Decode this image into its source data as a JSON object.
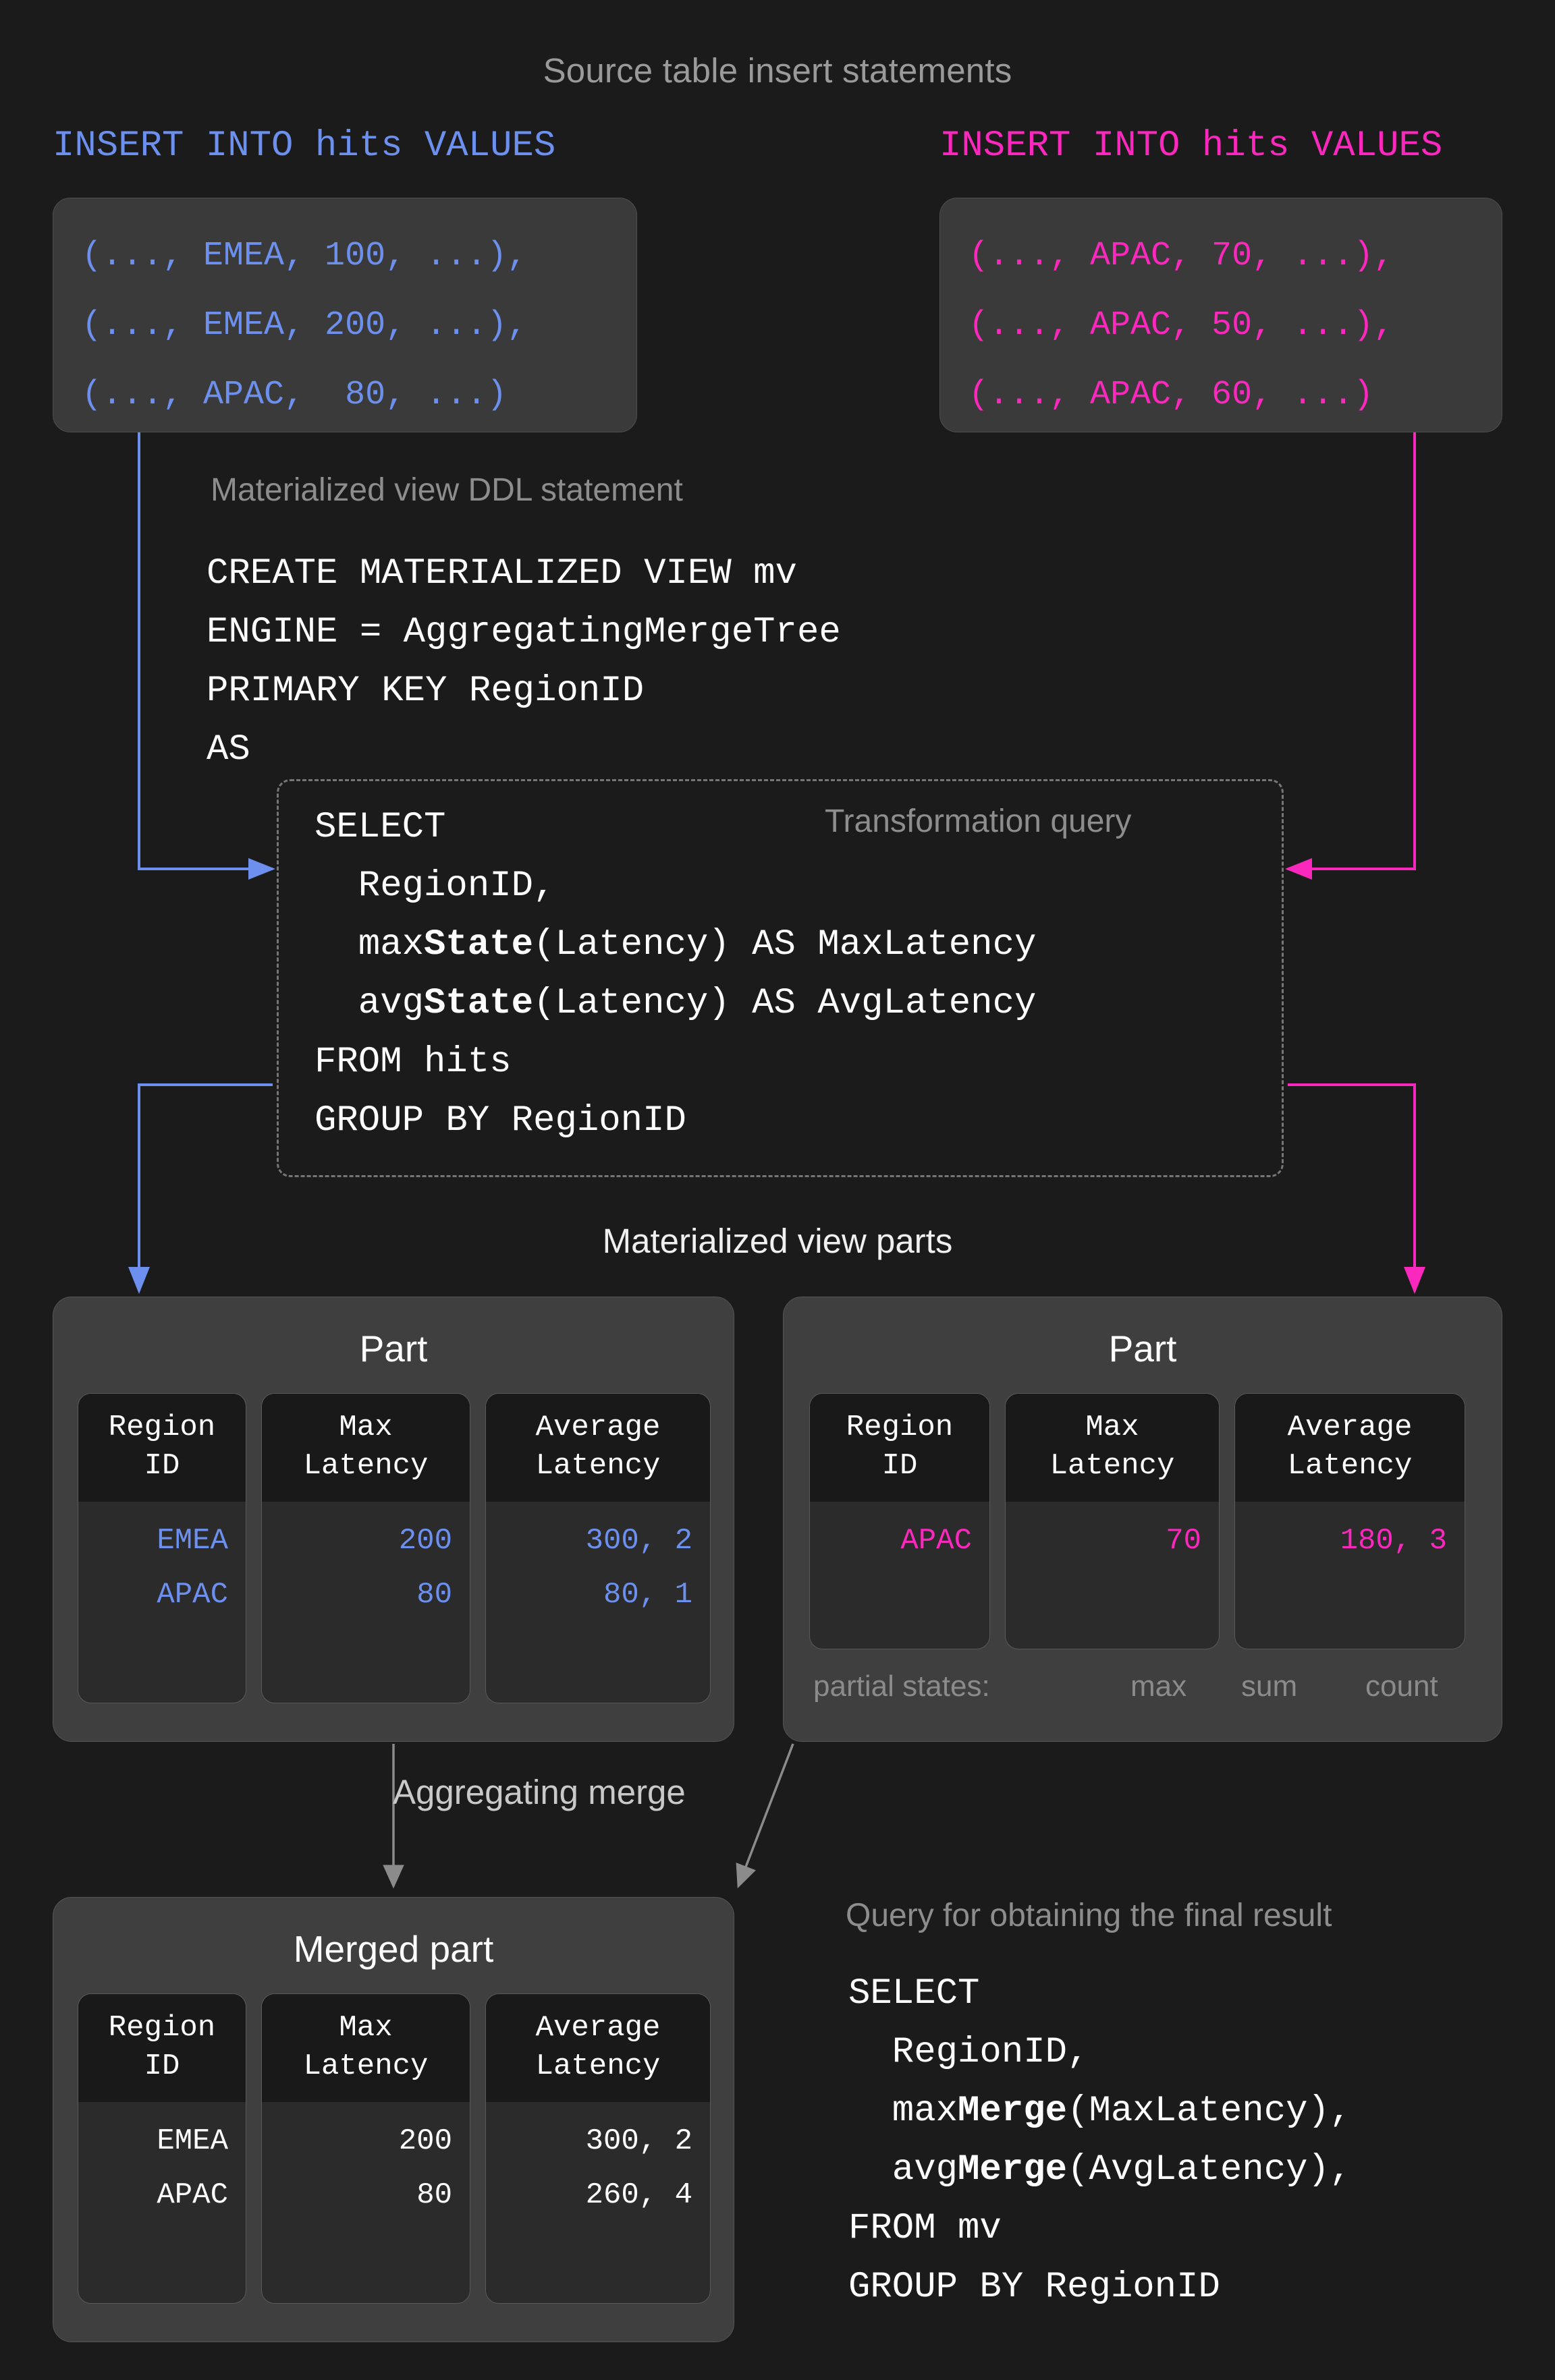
{
  "source": {
    "caption": "Source table insert statements",
    "inserts": [
      {
        "header": "INSERT INTO hits VALUES",
        "color": "#6d90ef",
        "lines": [
          "(..., EMEA, 100, ...),",
          "(..., EMEA, 200, ...),",
          "(..., APAC,  80, ...)"
        ]
      },
      {
        "header": "INSERT INTO hits VALUES",
        "color": "#fb28bd",
        "lines": [
          "(..., APAC, 70, ...),",
          "(..., APAC, 50, ...),",
          "(..., APAC, 60, ...)"
        ]
      }
    ]
  },
  "ddl": {
    "caption": "Materialized view DDL statement",
    "code": "CREATE MATERIALIZED VIEW mv\nENGINE = AggregatingMergeTree\nPRIMARY KEY RegionID\nAS"
  },
  "transformation_query": {
    "caption": "Transformation query",
    "line1": "SELECT",
    "line2": "  RegionID,",
    "line3_pre": "  max",
    "line3_bold": "State",
    "line3_post": "(Latency) AS MaxLatency",
    "line4_pre": "  avg",
    "line4_bold": "State",
    "line4_post": "(Latency) AS AvgLatency",
    "line5": "FROM hits",
    "line6": "GROUP BY RegionID"
  },
  "mv_parts": {
    "caption": "Materialized view parts",
    "columns": [
      "Region\nID",
      "Max\nLatency",
      "Average\nLatency"
    ],
    "parts": [
      {
        "title": "Part",
        "color": "#6d90ef",
        "rows": [
          [
            "EMEA",
            "200",
            "300, 2"
          ],
          [
            "APAC",
            "80",
            "80, 1"
          ]
        ]
      },
      {
        "title": "Part",
        "color": "#fb28bd",
        "rows": [
          [
            "APAC",
            "70",
            "180, 3"
          ]
        ]
      }
    ],
    "partial_states": {
      "label": "partial states:",
      "items": [
        "max",
        "sum",
        "count"
      ]
    }
  },
  "merge": {
    "label": "Aggregating merge",
    "merged_part": {
      "title": "Merged part",
      "columns": [
        "Region\nID",
        "Max\nLatency",
        "Average\nLatency"
      ],
      "rows": [
        [
          "EMEA",
          "200",
          "300, 2"
        ],
        [
          "APAC",
          "80",
          "260, 4"
        ]
      ]
    }
  },
  "final_query": {
    "caption": "Query for obtaining the final result",
    "line1": "SELECT",
    "line2": "  RegionID,",
    "line3_pre": "  max",
    "line3_bold": "Merge",
    "line3_post": "(MaxLatency),",
    "line4_pre": "  avg",
    "line4_bold": "Merge",
    "line4_post": "(AvgLatency),",
    "line5": "FROM mv",
    "line6": "GROUP BY RegionID"
  },
  "colors": {
    "background": "#1b1b1b",
    "blue": "#6d90ef",
    "pink": "#fb28bd",
    "muted": "#8d8d8d",
    "panel": "#3f3f3f",
    "card": "#2b2b2b",
    "card_header": "#191919"
  }
}
